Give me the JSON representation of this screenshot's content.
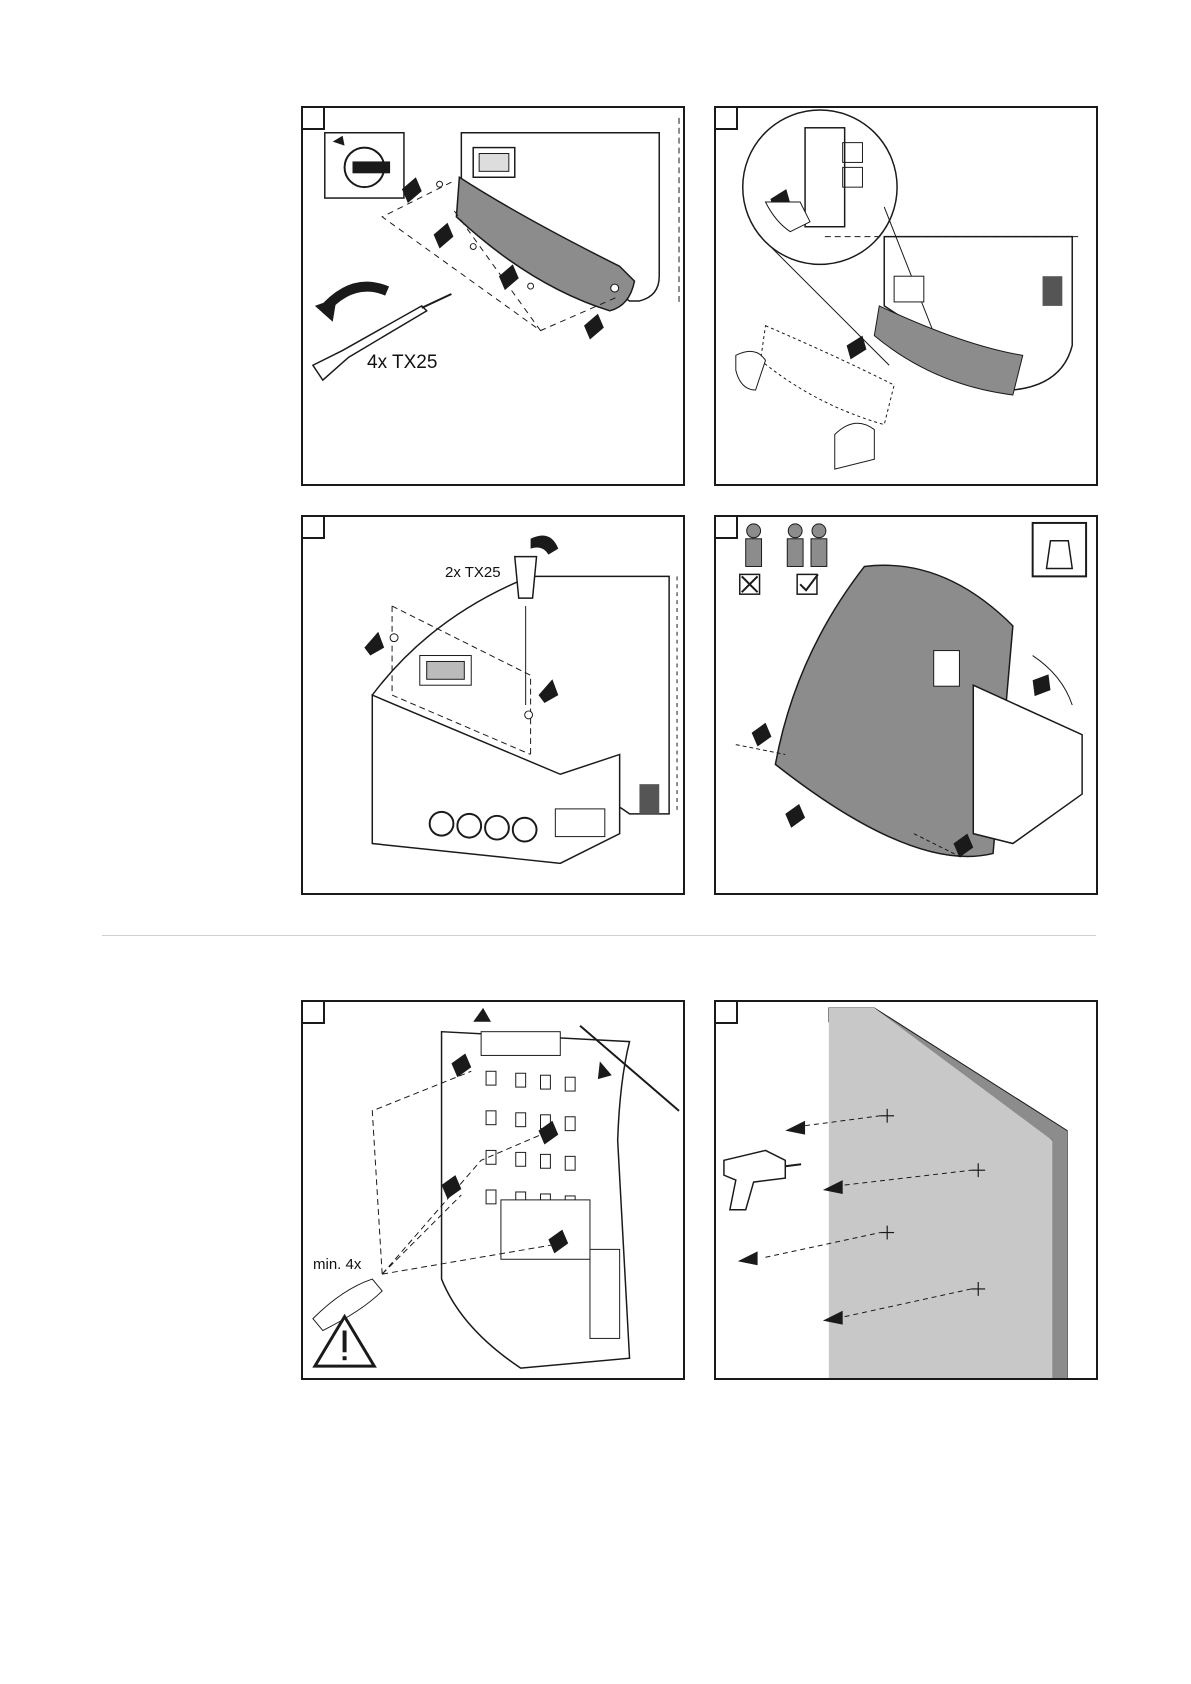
{
  "panels": {
    "p1": {
      "label": "4x TX25"
    },
    "p2": {},
    "p3": {
      "label": "2x TX25"
    },
    "p4": {},
    "p5": {
      "label": "min. 4x"
    },
    "p6": {}
  },
  "colors": {
    "line": "#1a1a1a",
    "cover": "#8c8c8c",
    "wall": "#c8c8c8",
    "divider": "#cfcfcf"
  }
}
